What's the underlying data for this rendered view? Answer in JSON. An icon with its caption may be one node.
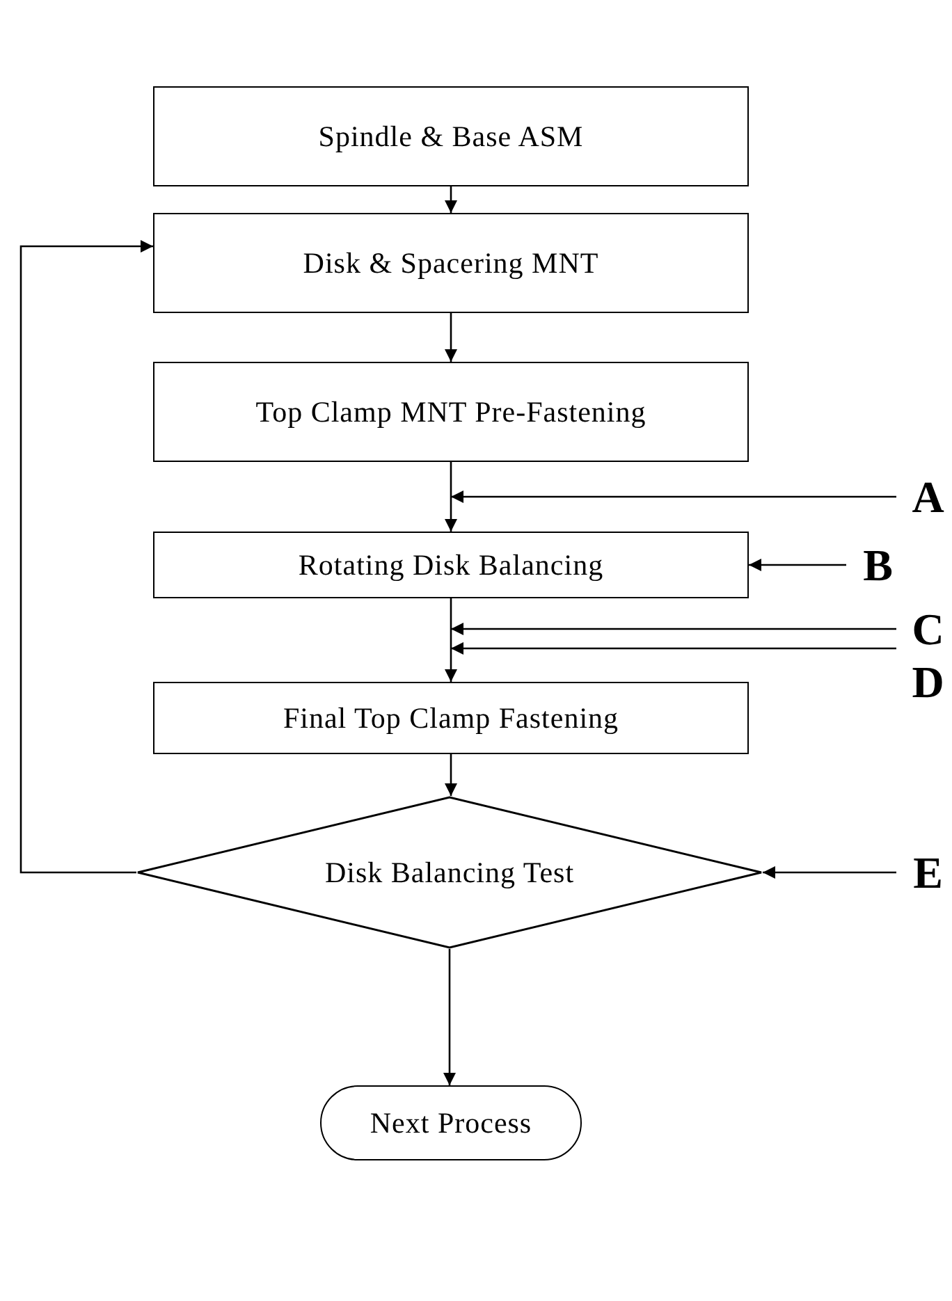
{
  "diagram": {
    "nodes": [
      {
        "text": [
          "Spindle & Base ASM"
        ]
      },
      {
        "text": [
          "Disk & Spacering MNT"
        ]
      },
      {
        "text": [
          "Top Clamp MNT Pre-Fastening"
        ]
      },
      {
        "text": [
          "Rotating Disk Balancing"
        ]
      },
      {
        "text": [
          "Final Top Clamp Fastening"
        ]
      },
      {
        "text": [
          "Disk Balancing Test"
        ]
      },
      {
        "text": [
          "Next Process"
        ]
      },
      {
        "text": [
          "A"
        ]
      },
      {
        "text": [
          "B"
        ]
      },
      {
        "text": [
          "C"
        ]
      },
      {
        "text": [
          "D"
        ]
      },
      {
        "text": [
          "E"
        ]
      }
    ],
    "edges": [
      {
        "from": 0,
        "to": 1,
        "arrow": "to"
      },
      {
        "from": 1,
        "to": 2,
        "arrow": "to"
      },
      {
        "from": 2,
        "to": 3,
        "arrow": "to"
      },
      {
        "from": 3,
        "to": 4,
        "arrow": "to"
      },
      {
        "from": 4,
        "to": 5,
        "arrow": "to"
      },
      {
        "from": 5,
        "to": 6,
        "arrow": "to"
      },
      {
        "from": 5,
        "to": 1,
        "arrow": "to"
      },
      {
        "from": 7,
        "to": 3,
        "arrow": "to"
      },
      {
        "from": 8,
        "to": 3,
        "arrow": "to"
      },
      {
        "from": 9,
        "to": 3,
        "arrow": "to"
      },
      {
        "from": 10,
        "to": 4,
        "arrow": "to"
      },
      {
        "from": 11,
        "to": 5,
        "arrow": "to"
      }
    ]
  }
}
